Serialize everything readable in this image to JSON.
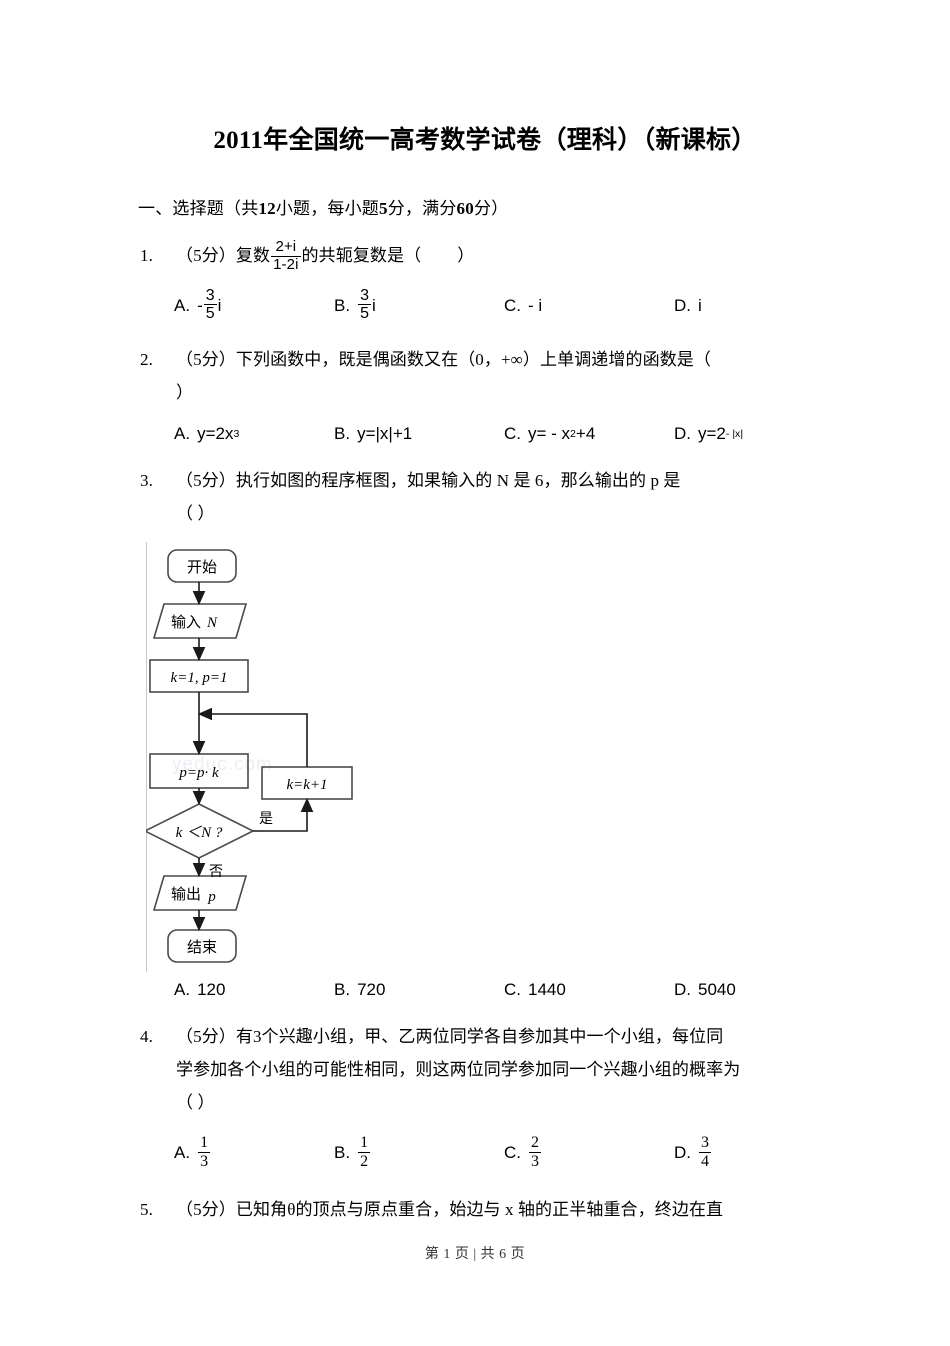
{
  "document": {
    "title": "2011年全国统一高考数学试卷（理科）（新课标）",
    "section_heading_parts": {
      "a": "一、选择题（共",
      "b": "12",
      "c": "小题，每小题",
      "d": "5",
      "e": "分，满分",
      "f": "60",
      "g": "分）"
    },
    "footer": "第 1 页 | 共 6 页",
    "watermark": "yeduc.com"
  },
  "questions": [
    {
      "number": "1.",
      "lines": [
        "（5分）复数",
        "的共轭复数是（",
        "）"
      ],
      "fraction": {
        "numerator": "2+i",
        "denominator": "1-2i"
      },
      "options": [
        {
          "label": "A.",
          "type": "frac-i",
          "sign": "-",
          "num": "3",
          "den": "5",
          "tail": "i"
        },
        {
          "label": "B.",
          "type": "frac-i",
          "sign": "",
          "num": "3",
          "den": "5",
          "tail": "i"
        },
        {
          "label": "C.",
          "type": "text",
          "text": "- i"
        },
        {
          "label": "D.",
          "type": "text",
          "text": "i"
        }
      ]
    },
    {
      "number": "2.",
      "lines": [
        "（5分）下列函数中，既是偶函数又在（0，+∞）上单调递增的函数是（",
        "）"
      ],
      "options": [
        {
          "label": "A.",
          "type": "html",
          "text": "y=2x",
          "sup": "3"
        },
        {
          "label": "B.",
          "type": "html",
          "text": "y=|x|+1",
          "sup": ""
        },
        {
          "label": "C.",
          "type": "html",
          "text": "y= - x",
          "sup": "2",
          "after": "+4"
        },
        {
          "label": "D.",
          "type": "html",
          "text": "y=2",
          "sup": "- |x|"
        }
      ]
    },
    {
      "number": "3.",
      "lines": [
        "（5分）执行如图的程序框图，如果输入的 N 是 6，那么输出的 p 是",
        "（    ）"
      ],
      "options": [
        {
          "label": "A.",
          "type": "text",
          "text": "120"
        },
        {
          "label": "B.",
          "type": "text",
          "text": "720"
        },
        {
          "label": "C.",
          "type": "text",
          "text": "1440"
        },
        {
          "label": "D.",
          "type": "text",
          "text": "5040"
        }
      ]
    },
    {
      "number": "4.",
      "lines": [
        "（5分）有3个兴趣小组，甲、乙两位同学各自参加其中一个小组，每位同",
        "学参加各个小组的可能性相同，则这两位同学参加同一个兴趣小组的概率为",
        "（    ）"
      ],
      "options": [
        {
          "label": "A.",
          "type": "frac",
          "num": "1",
          "den": "3"
        },
        {
          "label": "B.",
          "type": "frac",
          "num": "1",
          "den": "2"
        },
        {
          "label": "C.",
          "type": "frac",
          "num": "2",
          "den": "3"
        },
        {
          "label": "D.",
          "type": "frac",
          "num": "3",
          "den": "4"
        }
      ]
    },
    {
      "number": "5.",
      "lines": [
        "（5分）已知角θ的顶点与原点重合，始边与 x 轴的正半轴重合，终边在直"
      ],
      "options": []
    }
  ],
  "flowchart": {
    "nodes": {
      "start": "开始",
      "input": "输入",
      "input_var": "N",
      "init": "k=1, p=1",
      "process": "p=p· k",
      "decision": "k ＜N ?",
      "increment": "k=k+1",
      "output": "输出",
      "output_var": "p",
      "end": "结束"
    },
    "edge_labels": {
      "yes": "是",
      "no": "否"
    }
  }
}
